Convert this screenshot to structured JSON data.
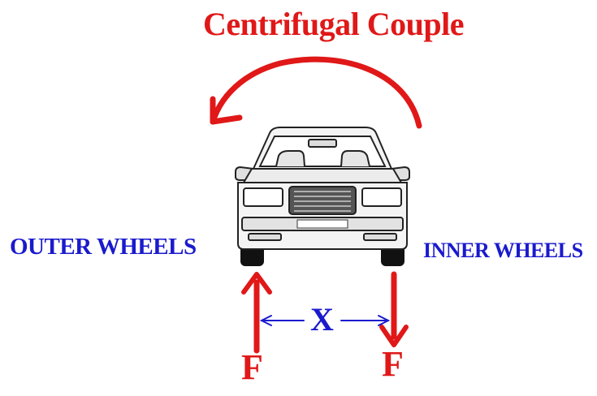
{
  "title": "Centrifugal Couple",
  "labels": {
    "outer_wheels": "OUTER WHEELS",
    "inner_wheels": "INNER WHEELS",
    "x": "X",
    "force_left": "F",
    "force_right": "F"
  },
  "colors": {
    "red": "#e01818",
    "blue": "#1a1acd",
    "car_outline": "#222222",
    "car_fill": "#f4f4f4"
  }
}
